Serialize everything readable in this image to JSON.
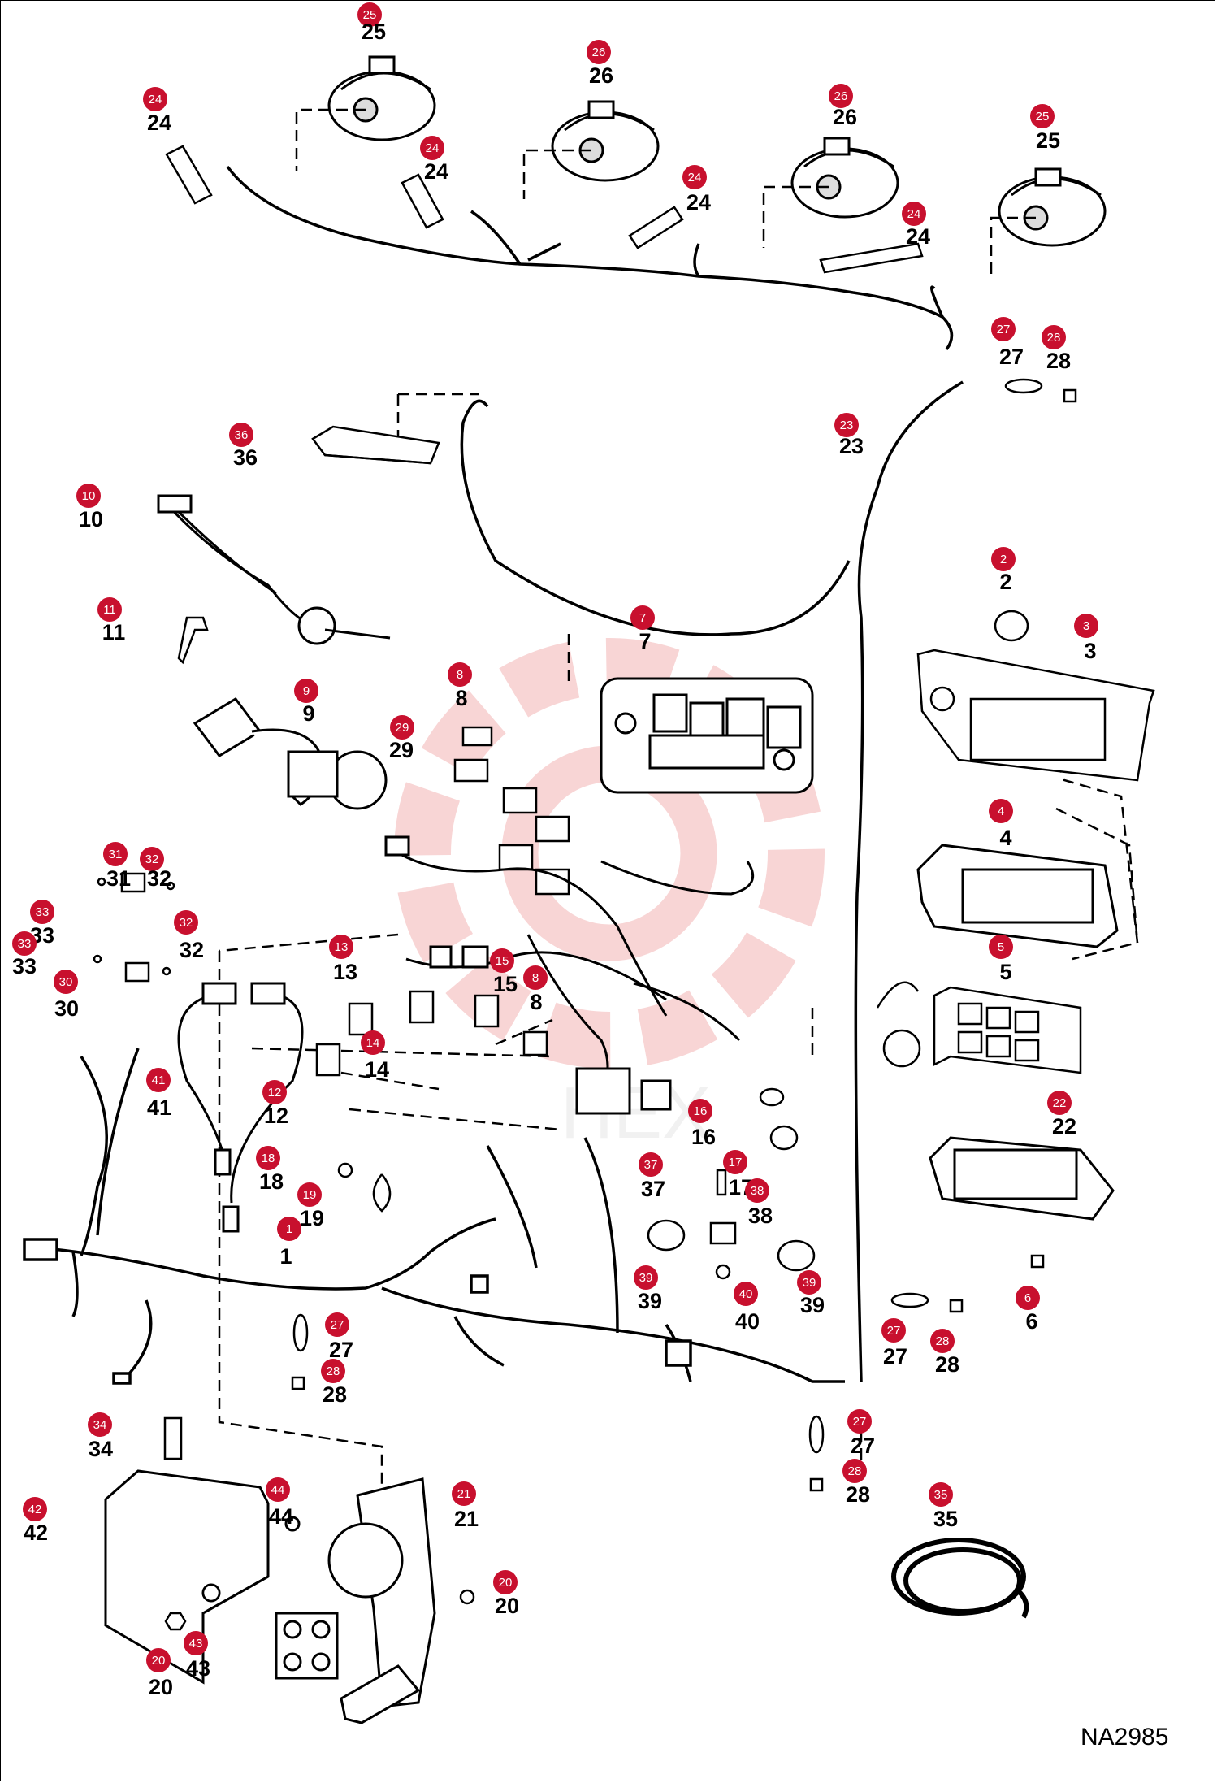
{
  "diagram": {
    "drawing_code": "NA2985",
    "watermark_text": "HEX",
    "colors": {
      "badge": "#c8102e",
      "badge_text": "#ffffff",
      "line": "#000000",
      "watermark": "#f6c9c9"
    },
    "callouts": [
      {
        "badge": "25",
        "label": "25"
      },
      {
        "badge": "26",
        "label": "26"
      },
      {
        "badge": "26",
        "label": "26"
      },
      {
        "badge": "25",
        "label": "25"
      },
      {
        "badge": "24",
        "label": "24"
      },
      {
        "badge": "24",
        "label": "24"
      },
      {
        "badge": "24",
        "label": "24"
      },
      {
        "badge": "24",
        "label": "24"
      },
      {
        "badge": "27",
        "label": "27"
      },
      {
        "badge": "28",
        "label": "28"
      },
      {
        "badge": "23",
        "label": "23"
      },
      {
        "badge": "36",
        "label": "36"
      },
      {
        "badge": "10",
        "label": "10"
      },
      {
        "badge": "11",
        "label": "11"
      },
      {
        "badge": "2",
        "label": "2"
      },
      {
        "badge": "3",
        "label": "3"
      },
      {
        "badge": "7",
        "label": "7"
      },
      {
        "badge": "8",
        "label": "8"
      },
      {
        "badge": "29",
        "label": "29"
      },
      {
        "badge": "9",
        "label": "9"
      },
      {
        "badge": "4",
        "label": "4"
      },
      {
        "badge": "33",
        "label": "33"
      },
      {
        "badge": "31",
        "label": "31"
      },
      {
        "badge": "32",
        "label": "32"
      },
      {
        "badge": "32",
        "label": "32"
      },
      {
        "badge": "33",
        "label": "33"
      },
      {
        "badge": "30",
        "label": "30"
      },
      {
        "badge": "13",
        "label": "13"
      },
      {
        "badge": "15",
        "label": "15"
      },
      {
        "badge": "8",
        "label": "8"
      },
      {
        "badge": "5",
        "label": "5"
      },
      {
        "badge": "14",
        "label": "14"
      },
      {
        "badge": "41",
        "label": "41"
      },
      {
        "badge": "12",
        "label": "12"
      },
      {
        "badge": "16",
        "label": "16"
      },
      {
        "badge": "22",
        "label": "22"
      },
      {
        "badge": "18",
        "label": "18"
      },
      {
        "badge": "19",
        "label": "19"
      },
      {
        "badge": "37",
        "label": "37"
      },
      {
        "badge": "17",
        "label": "17"
      },
      {
        "badge": "38",
        "label": "38"
      },
      {
        "badge": "1",
        "label": "1"
      },
      {
        "badge": "39",
        "label": "39"
      },
      {
        "badge": "40",
        "label": "40"
      },
      {
        "badge": "39",
        "label": "39"
      },
      {
        "badge": "6",
        "label": "6"
      },
      {
        "badge": "27",
        "label": "27"
      },
      {
        "badge": "28",
        "label": "28"
      },
      {
        "badge": "27",
        "label": "27"
      },
      {
        "badge": "28",
        "label": "28"
      },
      {
        "badge": "27",
        "label": "27"
      },
      {
        "badge": "28",
        "label": "28"
      },
      {
        "badge": "34",
        "label": "34"
      },
      {
        "badge": "35",
        "label": "35"
      },
      {
        "badge": "42",
        "label": "42"
      },
      {
        "badge": "44",
        "label": "44"
      },
      {
        "badge": "21",
        "label": "21"
      },
      {
        "badge": "20",
        "label": "20"
      },
      {
        "badge": "43",
        "label": "43"
      },
      {
        "badge": "20",
        "label": "20"
      }
    ]
  }
}
